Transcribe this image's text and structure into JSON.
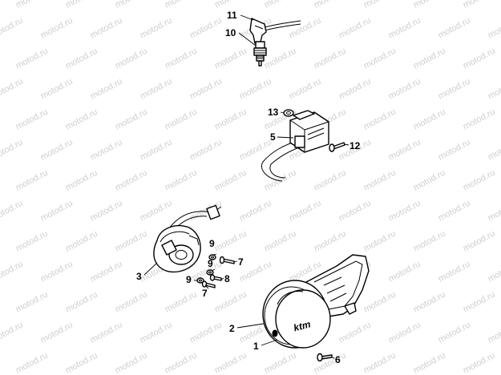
{
  "watermark": {
    "text": "motod.ru"
  },
  "callouts": [
    {
      "id": "c11",
      "label": "11"
    },
    {
      "id": "c10",
      "label": "10"
    },
    {
      "id": "c13",
      "label": "13"
    },
    {
      "id": "c5",
      "label": "5"
    },
    {
      "id": "c12",
      "label": "12"
    },
    {
      "id": "c9a",
      "label": "9"
    },
    {
      "id": "c7a",
      "label": "7"
    },
    {
      "id": "c9b",
      "label": "9"
    },
    {
      "id": "c3",
      "label": "3"
    },
    {
      "id": "c9c",
      "label": "9"
    },
    {
      "id": "c8",
      "label": "8"
    },
    {
      "id": "c7b",
      "label": "7"
    },
    {
      "id": "c2",
      "label": "2"
    },
    {
      "id": "c1",
      "label": "1"
    },
    {
      "id": "c6",
      "label": "6"
    }
  ],
  "cover_logo": {
    "text": "ktm"
  }
}
